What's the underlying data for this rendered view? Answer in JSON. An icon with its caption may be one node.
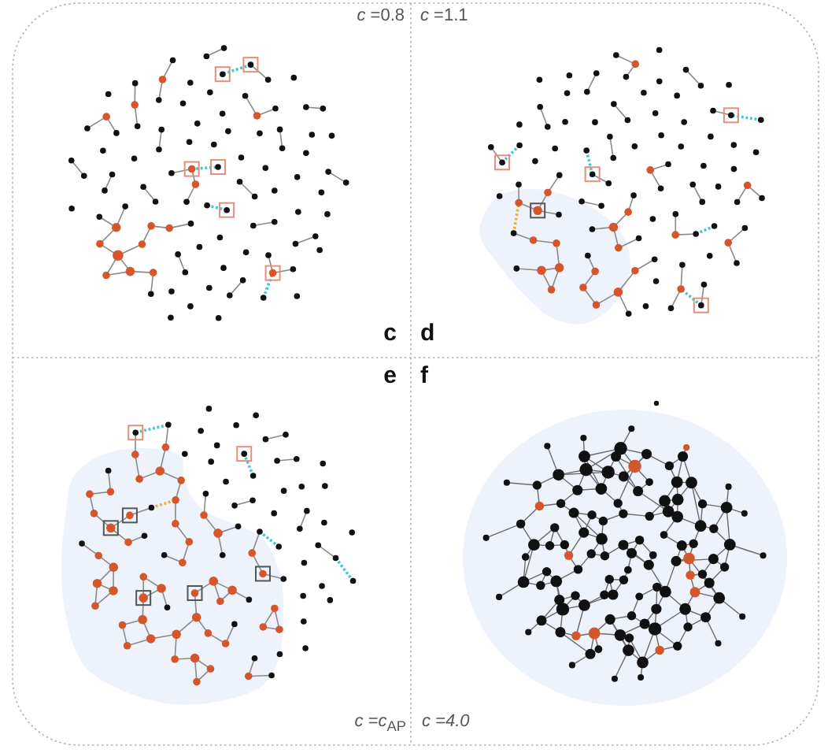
{
  "diagram": {
    "labels": [
      "*c* =0.8",
      "*c* =1.1",
      "c",
      "d",
      "e",
      "f",
      "*c* =*c*$_{AP}$",
      "c =4.0"
    ]
  }
}
